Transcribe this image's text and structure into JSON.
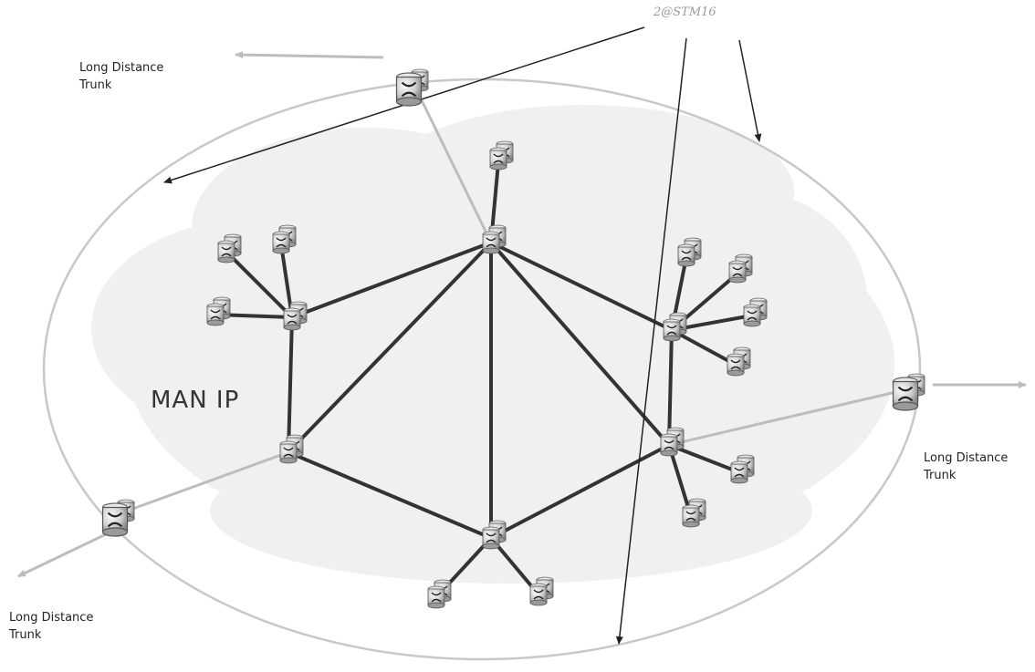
{
  "labels": {
    "core_network": "MAN IP",
    "link_annotation": "2@STM16",
    "trunk_top_left": {
      "line1": "Long Distance",
      "line2": "Trunk"
    },
    "trunk_right": {
      "line1": "Long Distance",
      "line2": "Trunk"
    },
    "trunk_bottom_left": {
      "line1": "Long Distance",
      "line2": "Trunk"
    }
  },
  "colors": {
    "core_link": "#333333",
    "trunk_link": "#bdbdbd",
    "boundary": "#c8c8c8",
    "cloud": "#f0f0f0",
    "annotation_arrow": "#222222"
  }
}
